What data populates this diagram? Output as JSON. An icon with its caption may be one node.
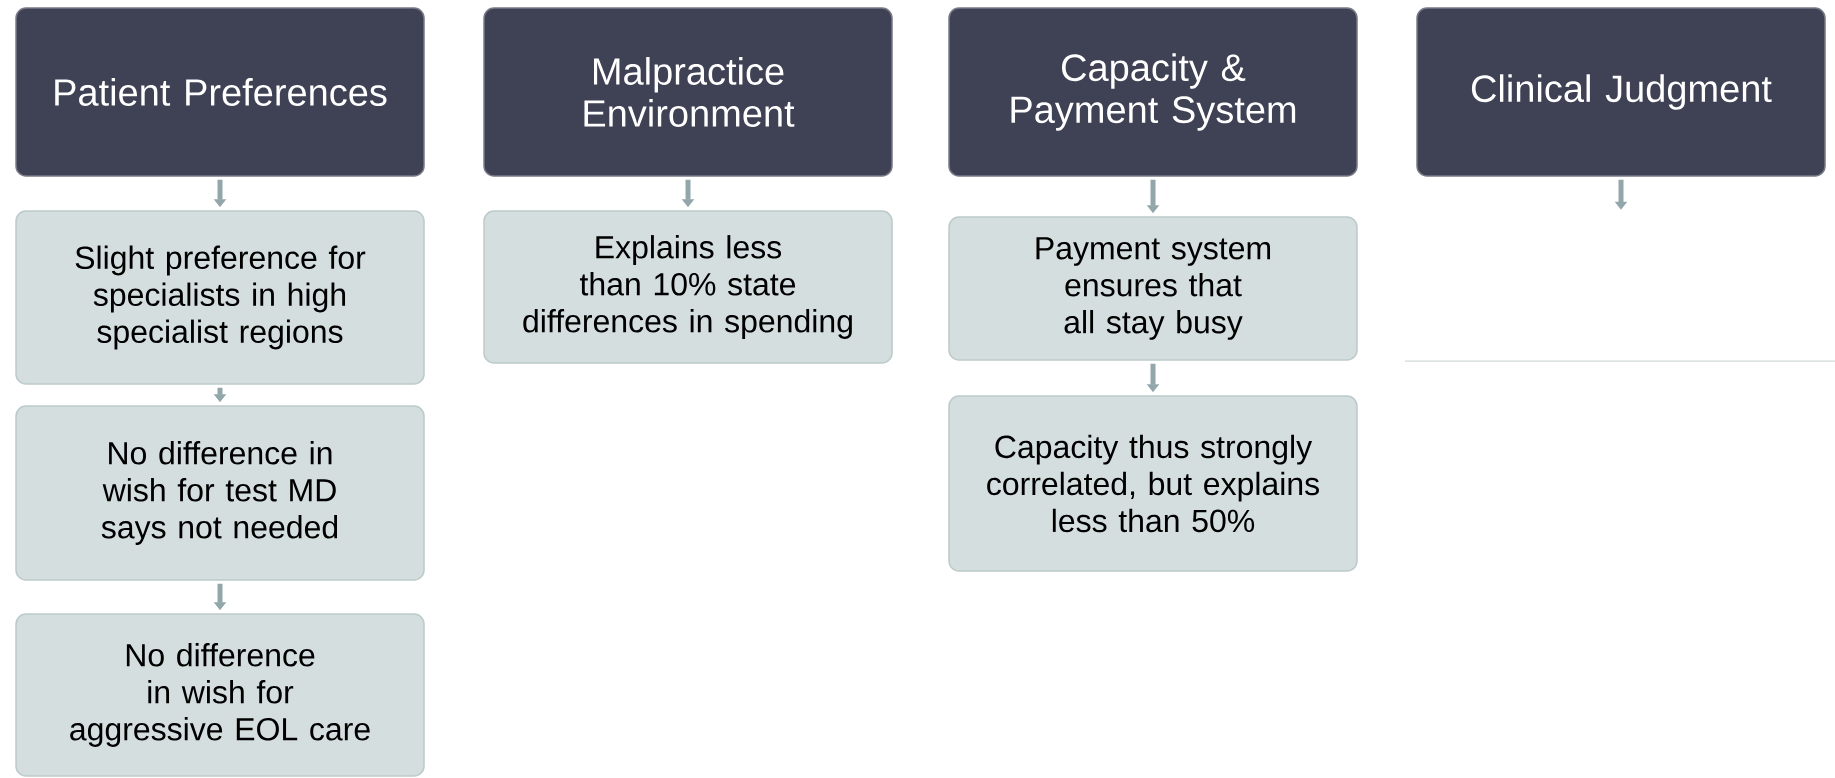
{
  "diagram": {
    "nodes": [
      {
        "text": [
          "Patient Preferences"
        ]
      },
      {
        "text": [
          "Slight preference for specialists in high specialist regions"
        ]
      },
      {
        "text": [
          "No difference in wish for test MD says not needed"
        ]
      },
      {
        "text": [
          "No difference in wish for aggressive EOL care"
        ]
      },
      {
        "text": [
          "Malpractice Environment"
        ]
      },
      {
        "text": [
          "Explains less than 10% state differences in spending"
        ]
      },
      {
        "text": [
          "Capacity & Payment System"
        ]
      },
      {
        "text": [
          "Payment system ensures that all stay busy"
        ]
      },
      {
        "text": [
          "Capacity thus strongly correlated, but explains less than 50%"
        ]
      },
      {
        "text": [
          "Clinical Judgment"
        ]
      }
    ],
    "edges": [
      {
        "from": 0,
        "to": 1,
        "arrow": "to"
      },
      {
        "from": 1,
        "to": 2,
        "arrow": "to"
      },
      {
        "from": 2,
        "to": 3,
        "arrow": "to"
      },
      {
        "from": 4,
        "to": 5,
        "arrow": "to"
      },
      {
        "from": 6,
        "to": 7,
        "arrow": "to"
      },
      {
        "from": 7,
        "to": 8,
        "arrow": "to"
      },
      {
        "from": 9,
        "to": null,
        "arrow": "to"
      }
    ]
  }
}
